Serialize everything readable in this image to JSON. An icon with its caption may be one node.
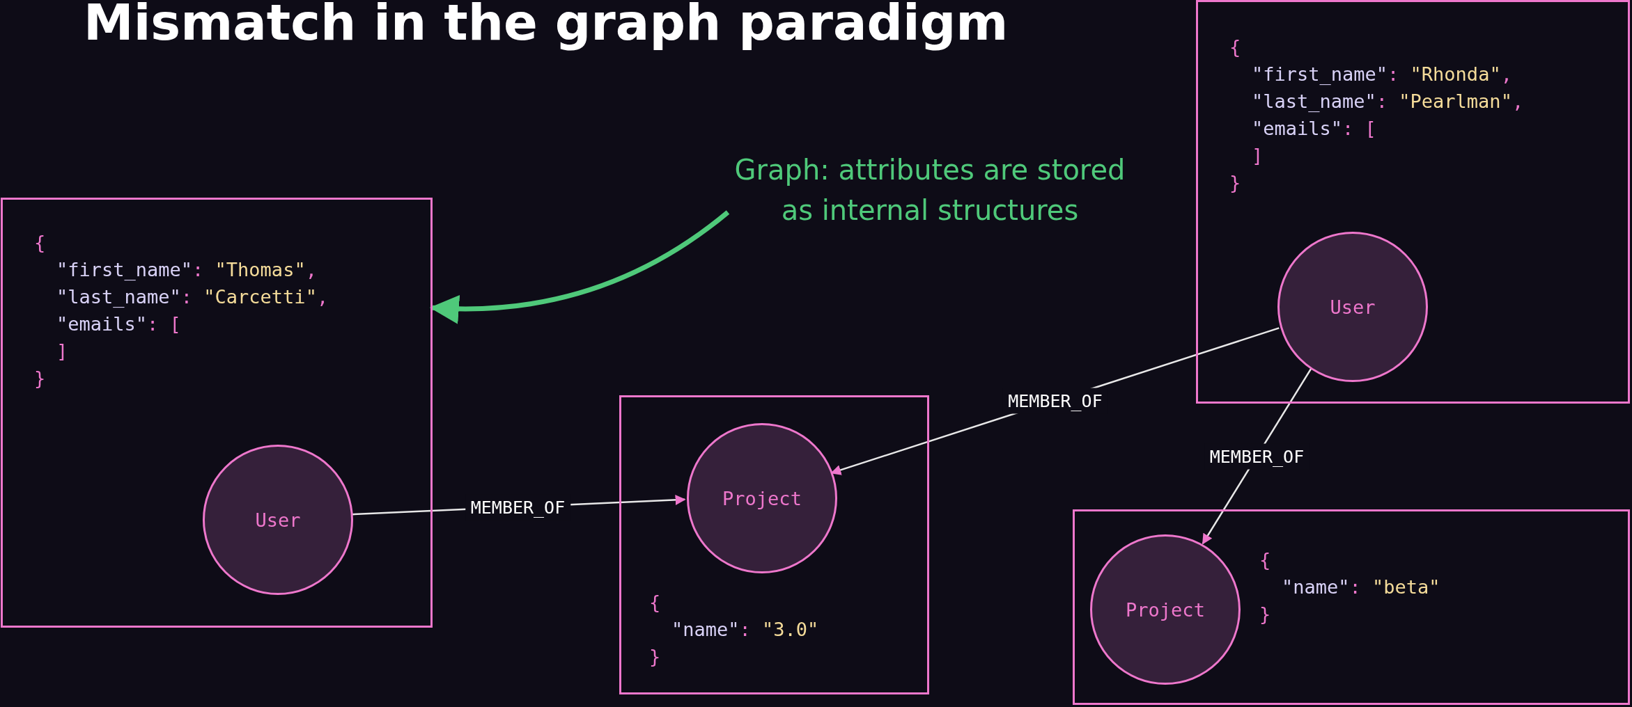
{
  "diagram": {
    "title": "Mismatch in the graph paradigm",
    "nodes": [
      {
        "text": [
          "{",
          "\"first_name\": \"Thomas\",",
          "\"last_name\": \"Carcetti\",",
          "\"emails\": [",
          "]",
          "}"
        ]
      },
      {
        "text": [
          "User"
        ],
        "in": 0
      },
      {
        "text": [
          "{",
          "\"name\": \"3.0\"",
          "}"
        ]
      },
      {
        "text": [
          "Project"
        ],
        "in": 2
      },
      {
        "text": [
          "{",
          "\"first_name\": \"Rhonda\",",
          "\"last_name\": \"Pearlman\",",
          "\"emails\": [",
          "]",
          "}"
        ]
      },
      {
        "text": [
          "User"
        ],
        "in": 4
      },
      {
        "text": [
          "{",
          "\"name\": \"beta\"",
          "}"
        ]
      },
      {
        "text": [
          "Project"
        ],
        "in": 6
      },
      {
        "text": [
          "Graph: attributes are stored as internal structures"
        ]
      }
    ],
    "edges": [
      {
        "from": 1,
        "to": 3,
        "arrow": "to",
        "label": "MEMBER_OF"
      },
      {
        "from": 5,
        "to": 3,
        "arrow": "to",
        "label": "MEMBER_OF"
      },
      {
        "from": 5,
        "to": 7,
        "arrow": "to",
        "label": "MEMBER_OF"
      },
      {
        "from": 8,
        "to": 0,
        "arrow": "to",
        "style": "thick",
        "color": "#4fc97a"
      }
    ]
  }
}
